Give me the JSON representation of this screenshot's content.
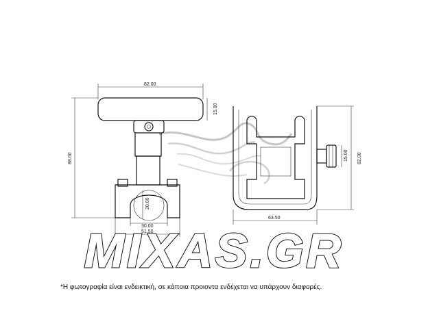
{
  "dimensions": {
    "top_width": "82.00",
    "knob_height": "15.00",
    "total_height": "88.00",
    "clamp_inner": "20.00",
    "base_inner": "30.00",
    "base_outer": "51.50",
    "side_width": "63.50",
    "side_knob": "15.00",
    "side_height": "82.00"
  },
  "brand": {
    "text": "MIXAS.GR"
  },
  "disclaimer": "*Η φωτογραφία είναι ενδεικτική, σε κάποια προιοντα ενδέχεται να υπάρχουν διαφορές."
}
